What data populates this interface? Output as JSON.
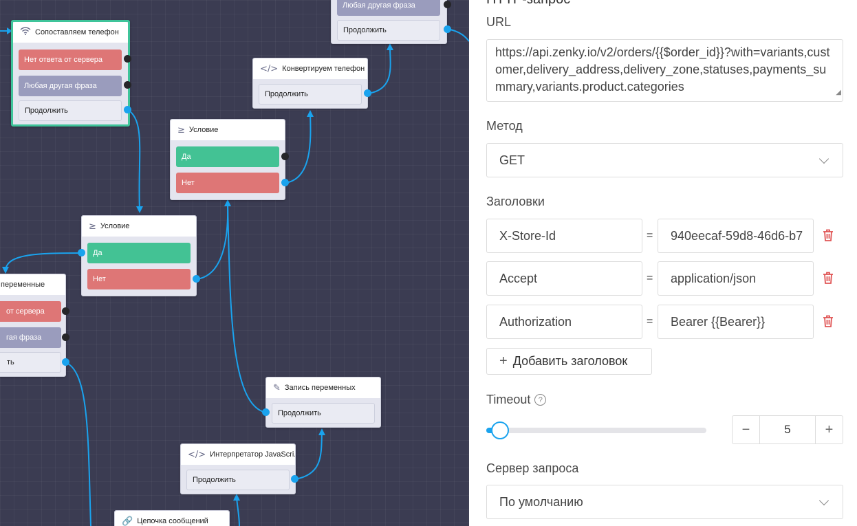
{
  "canvas": {
    "nodes": {
      "match_phone": {
        "title": "Сопоставляем телефон",
        "icon": "wifi-icon",
        "outputs": [
          "Нет ответа от сервера",
          "Любая другая фраза",
          "Продолжить"
        ]
      },
      "top_right": {
        "outputs": [
          "Любая другая фраза",
          "Продолжить"
        ]
      },
      "convert_phone": {
        "title": "Конвертируем телефон",
        "icon": "code-icon",
        "outputs": [
          "Продолжить"
        ]
      },
      "condition1": {
        "title": "Условие",
        "icon": "condition-icon",
        "outputs": [
          "Да",
          "Нет"
        ]
      },
      "condition2": {
        "title": "Условие",
        "icon": "condition-icon",
        "outputs": [
          "Да",
          "Нет"
        ]
      },
      "vars_left": {
        "title": "переменные",
        "outputs": [
          "от сервера",
          "гая фраза",
          "ть"
        ]
      },
      "write_vars": {
        "title": "Запись переменных",
        "icon": "pencil-icon",
        "outputs": [
          "Продолжить"
        ]
      },
      "js_interp": {
        "title": "Интерпретатор JavaScri...",
        "icon": "code-icon",
        "outputs": [
          "Продолжить"
        ]
      },
      "msg_chain": {
        "title": "Цепочка сообщений",
        "icon": "link-icon"
      }
    }
  },
  "panel": {
    "title": "HTTP-запрос",
    "url_label": "URL",
    "url_value": "https://api.zenky.io/v2/orders/{{$order_id}}?with=variants,customer,delivery_address,delivery_zone,statuses,payments_summary,variants.product.categories",
    "method_label": "Метод",
    "method_value": "GET",
    "headers_label": "Заголовки",
    "headers": [
      {
        "key": "X-Store-Id",
        "eq": "=",
        "value": "940eecaf-59d8-46d6-b7"
      },
      {
        "key": "Accept",
        "eq": "=",
        "value": "application/json"
      },
      {
        "key": "Authorization",
        "eq": "=",
        "value": "Bearer {{Bearer}}"
      }
    ],
    "add_header": "Добавить заголовок",
    "add_header_icon": "+",
    "timeout_label": "Timeout",
    "timeout_help_icon": "?",
    "timeout_value": 5,
    "stepper_minus": "−",
    "stepper_plus": "+",
    "server_label": "Сервер запроса",
    "server_value": "По умолчанию"
  },
  "colors": {
    "canvas_bg": "#3b3c52",
    "wire": "#1aa3ee",
    "green_port": "#43c294",
    "red_port": "#de7676",
    "gray_port": "#9a9cbd",
    "selected_border": "#3fc49a",
    "trash": "#e05555"
  }
}
